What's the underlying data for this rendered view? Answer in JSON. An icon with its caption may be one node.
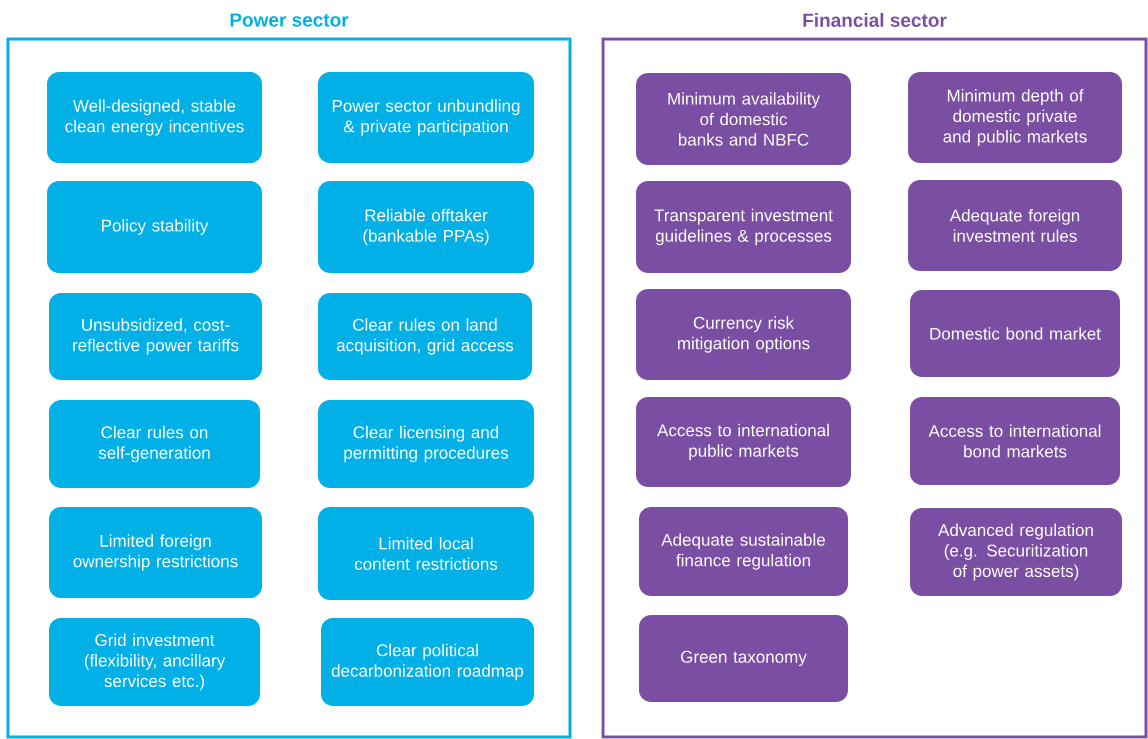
{
  "diagram": {
    "nodes": [
      {
        "text": [
          "Power sector"
        ]
      },
      {
        "text": [
          "Well-designed, stable clean energy incentives"
        ],
        "in": 0
      },
      {
        "text": [
          "Power sector unbundling & private participation"
        ],
        "in": 0
      },
      {
        "text": [
          "Policy stability"
        ],
        "in": 0
      },
      {
        "text": [
          "Reliable offtaker (bankable PPAs)"
        ],
        "in": 0
      },
      {
        "text": [
          "Unsubsidized, cost-reflective power tariffs"
        ],
        "in": 0
      },
      {
        "text": [
          "Clear rules on land acquisition, grid access"
        ],
        "in": 0
      },
      {
        "text": [
          "Clear rules on self-generation"
        ],
        "in": 0
      },
      {
        "text": [
          "Clear licensing and permitting procedures"
        ],
        "in": 0
      },
      {
        "text": [
          "Limited foreign ownership restrictions"
        ],
        "in": 0
      },
      {
        "text": [
          "Limited local content restrictions"
        ],
        "in": 0
      },
      {
        "text": [
          "Grid investment (flexibility, ancillary services etc.)"
        ],
        "in": 0
      },
      {
        "text": [
          "Clear political decarbonization roadmap"
        ],
        "in": 0
      },
      {
        "text": [
          "Financial sector"
        ]
      },
      {
        "text": [
          "Minimum availability of domestic banks and NBFC"
        ],
        "in": 13
      },
      {
        "text": [
          "Minimum depth of domestic private and public markets"
        ],
        "in": 13
      },
      {
        "text": [
          "Transparent investment guidelines & processes"
        ],
        "in": 13
      },
      {
        "text": [
          "Adequate foreign investment rules"
        ],
        "in": 13
      },
      {
        "text": [
          "Currency risk mitigation options"
        ],
        "in": 13
      },
      {
        "text": [
          "Domestic bond market"
        ],
        "in": 13
      },
      {
        "text": [
          "Access to international public markets"
        ],
        "in": 13
      },
      {
        "text": [
          "Access to international bond markets"
        ],
        "in": 13
      },
      {
        "text": [
          "Adequate sustainable finance regulation"
        ],
        "in": 13
      },
      {
        "text": [
          "Advanced regulation (e.g. Securitization of power assets)"
        ],
        "in": 13
      },
      {
        "text": [
          "Green taxonomy"
        ],
        "in": 13
      }
    ]
  }
}
